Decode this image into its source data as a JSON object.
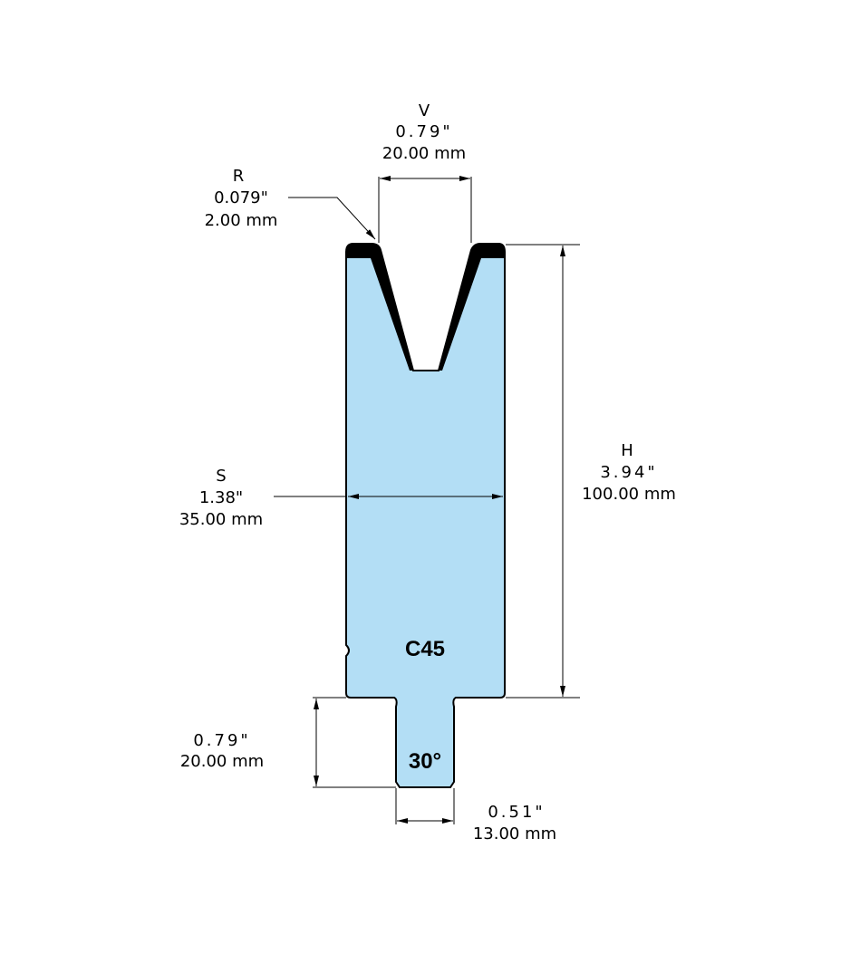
{
  "title": "V-die drawing",
  "fill_color": "#b3def5",
  "material": "C45",
  "angle": "30°",
  "dimensions": {
    "V": {
      "label": "V",
      "inch": "0.79\"",
      "mm": "20.00 mm"
    },
    "R": {
      "label": "R",
      "inch": "0.079\"",
      "mm": "2.00 mm"
    },
    "S": {
      "label": "S",
      "inch": "1.38\"",
      "mm": "35.00 mm"
    },
    "H": {
      "label": "H",
      "inch": "3.94\"",
      "mm": "100.00 mm"
    },
    "tang_height": {
      "inch": "0.79\"",
      "mm": "20.00 mm"
    },
    "tang_width": {
      "inch": "0.51\"",
      "mm": "13.00 mm"
    }
  }
}
